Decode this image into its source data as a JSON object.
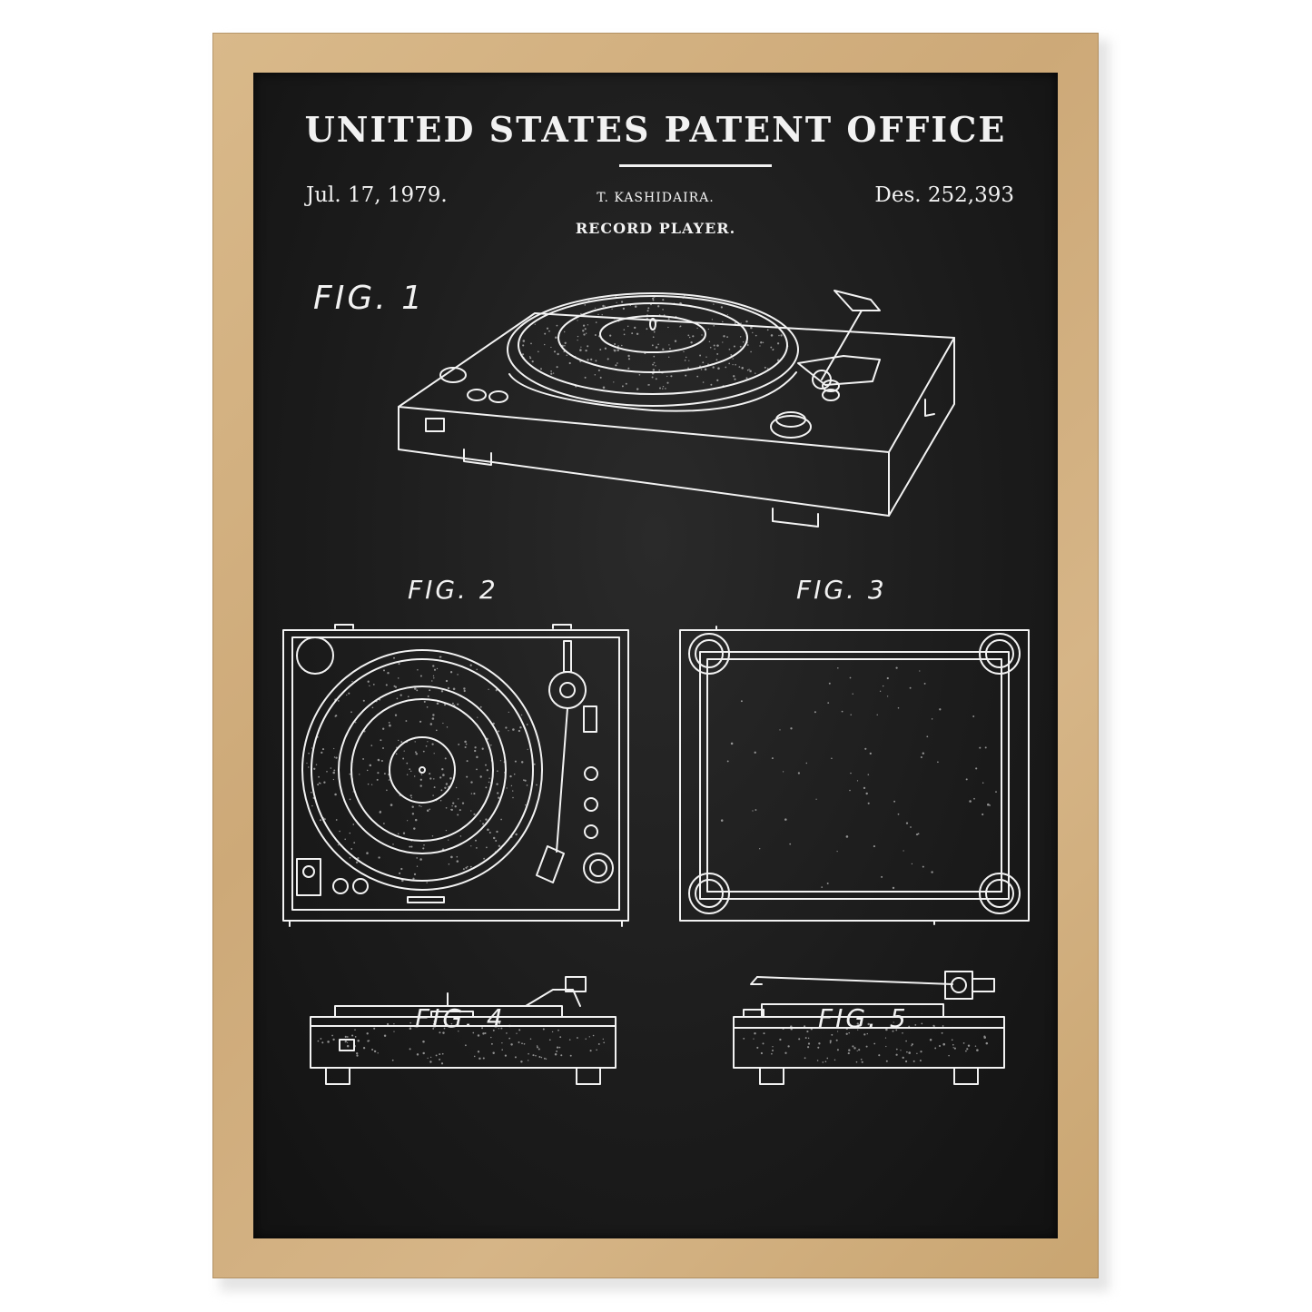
{
  "header": {
    "office": "UNITED STATES PATENT OFFICE",
    "date": "Jul. 17, 1979.",
    "inventor": "T. KASHIDAIRA.",
    "design_number": "Des. 252,393",
    "title": "RECORD PLAYER."
  },
  "figures": {
    "fig1": "FIG. 1",
    "fig2": "FIG. 2",
    "fig3": "FIG. 3",
    "fig4": "FIG. 4",
    "fig5": "FIG. 5"
  },
  "colors": {
    "frame": "#d2b07f",
    "board": "#1c1c1c",
    "ink": "#f2f2f2"
  }
}
